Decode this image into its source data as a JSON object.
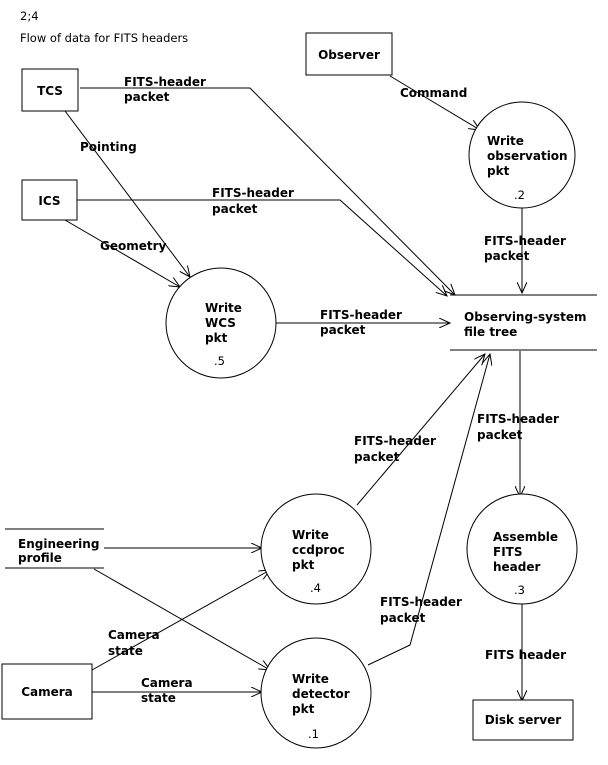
{
  "header": {
    "page_ref": "2;4",
    "title": "Flow of data for FITS headers"
  },
  "externals": {
    "tcs": "TCS",
    "ics": "ICS",
    "observer": "Observer",
    "camera": "Camera",
    "disk_server": "Disk server"
  },
  "processes": {
    "write_obs": {
      "lines": [
        "Write",
        "observation",
        "pkt"
      ],
      "number": ".2"
    },
    "write_wcs": {
      "lines": [
        "Write",
        "WCS",
        "pkt"
      ],
      "number": ".5"
    },
    "write_ccdproc": {
      "lines": [
        "Write",
        "ccdproc",
        "pkt"
      ],
      "number": ".4"
    },
    "write_detector": {
      "lines": [
        "Write",
        "detector",
        "pkt"
      ],
      "number": ".1"
    },
    "assemble": {
      "lines": [
        "Assemble",
        "FITS",
        "header"
      ],
      "number": ".3"
    }
  },
  "stores": {
    "observing_system": [
      "Observing-system",
      "file tree"
    ],
    "engineering_profile": [
      "Engineering",
      "profile"
    ]
  },
  "flows": {
    "command": [
      "Command"
    ],
    "pointing": [
      "Pointing"
    ],
    "geometry": [
      "Geometry"
    ],
    "fits_header_packet": [
      "FITS-header",
      "packet"
    ],
    "camera_state": [
      "Camera",
      "state"
    ],
    "fits_header": [
      "FITS header"
    ]
  }
}
